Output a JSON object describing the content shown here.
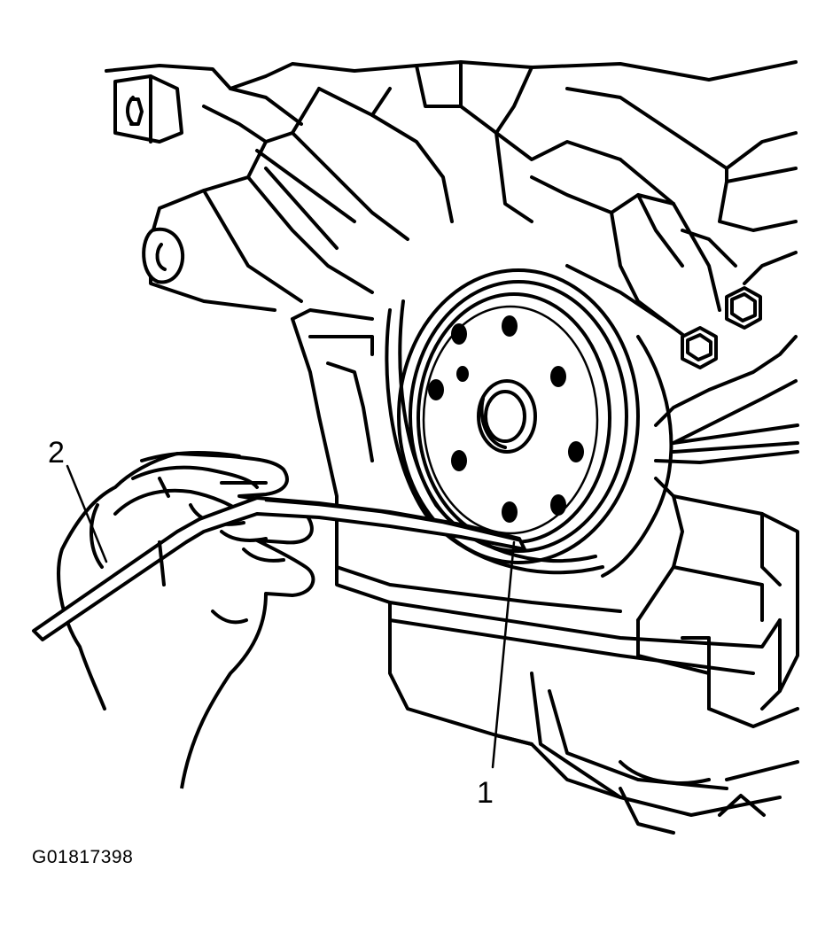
{
  "callouts": [
    {
      "id": "1",
      "label": "1"
    },
    {
      "id": "2",
      "label": "2"
    }
  ],
  "figure_code": "G01817398"
}
